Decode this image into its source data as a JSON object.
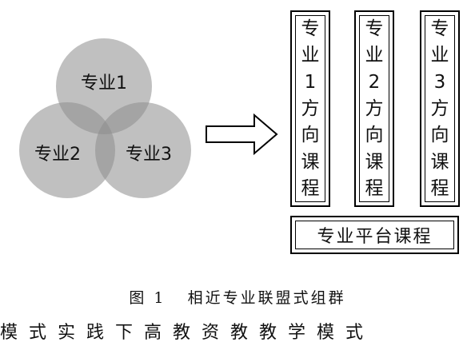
{
  "venn": {
    "circle_top": "专业1",
    "circle_left": "专业2",
    "circle_right": "专业3"
  },
  "columns": [
    {
      "chars": [
        "专",
        "业",
        "1",
        "方",
        "向",
        "课",
        "程"
      ]
    },
    {
      "chars": [
        "专",
        "业",
        "2",
        "方",
        "向",
        "课",
        "程"
      ]
    },
    {
      "chars": [
        "专",
        "业",
        "3",
        "方",
        "向",
        "课",
        "程"
      ]
    }
  ],
  "platform": {
    "label": "专业平台课程"
  },
  "caption": "图 1   相近专业联盟式组群",
  "bottom_text": "模式实践下高教资教教学模式",
  "colors": {
    "circle_fill": "#7a7a7a",
    "border": "#000000"
  }
}
